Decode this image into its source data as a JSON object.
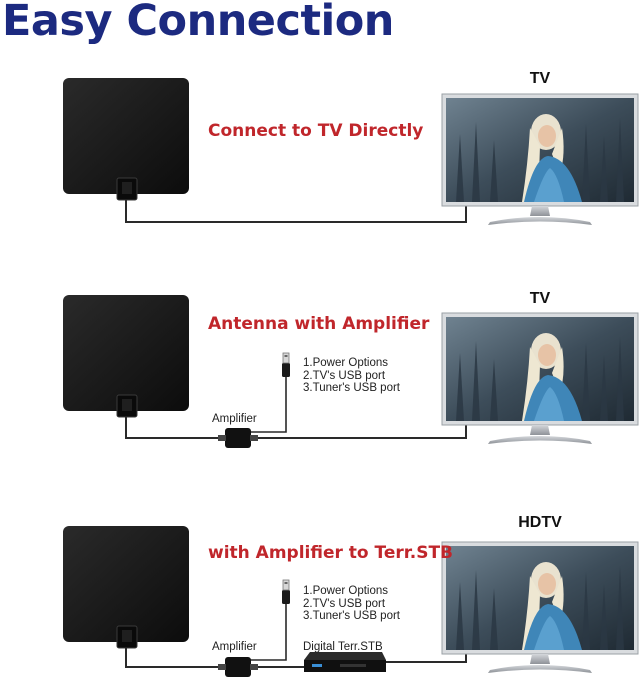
{
  "title": "Easy Connection",
  "colors": {
    "title": "#1c2a80",
    "caption": "#c0262b",
    "antenna": "#141414",
    "cable": "#2a2a2a",
    "tv_stand": "#b8bcc2"
  },
  "icons": [
    "antenna-icon",
    "tv-icon",
    "amplifier-icon",
    "usb-plug-icon",
    "set-top-box-icon"
  ],
  "panels": [
    {
      "caption": "Connect to TV Directly",
      "tv_label": "TV"
    },
    {
      "caption": "Antenna with Amplifier",
      "tv_label": "TV",
      "amplifier_label": "Amplifier",
      "power_options": [
        "1.Power Options",
        "2.TV's USB port",
        "3.Tuner's USB port"
      ]
    },
    {
      "caption": "with Amplifier to Terr.STB",
      "tv_label": "HDTV",
      "amplifier_label": "Amplifier",
      "stb_label": "Digital Terr.STB",
      "power_options": [
        "1.Power Options",
        "2.TV's USB port",
        "3.Tuner's USB port"
      ]
    }
  ]
}
